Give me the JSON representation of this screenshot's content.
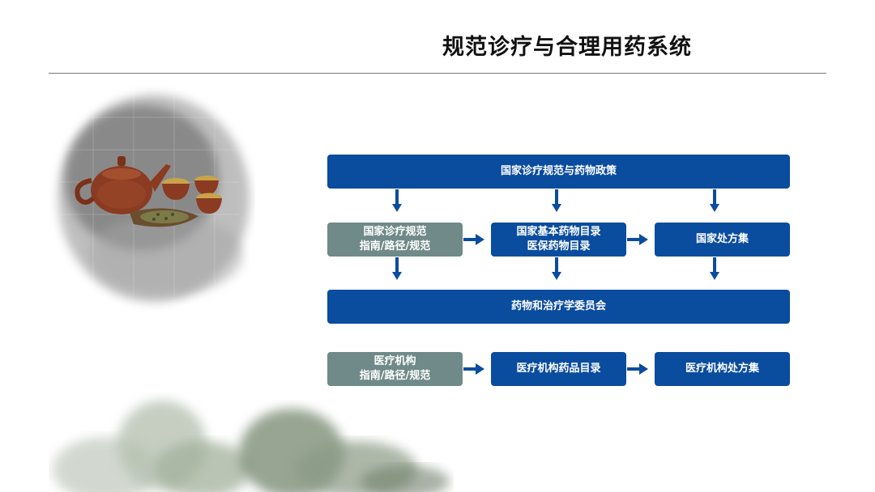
{
  "title": "规范诊疗与合理用药系统",
  "colors": {
    "primary": "#0a4c9e",
    "secondary": "#6f8a88",
    "text": "#111111"
  },
  "flow": {
    "national_policy": "国家诊疗规范与药物政策",
    "row1": {
      "guidelines": {
        "line1": "国家诊疗规范",
        "line2": "指南/路径/规范"
      },
      "essential_drugs": {
        "line1": "国家基本药物目录",
        "line2": "医保药物目录"
      },
      "formulary": "国家处方集"
    },
    "committee": "药物和治疗学委员会",
    "row2": {
      "guidelines": {
        "line1": "医疗机构",
        "line2": "指南/路径/规范"
      },
      "drug_catalog": "医疗机构药品目录",
      "formulary": "医疗机构处方集"
    }
  }
}
